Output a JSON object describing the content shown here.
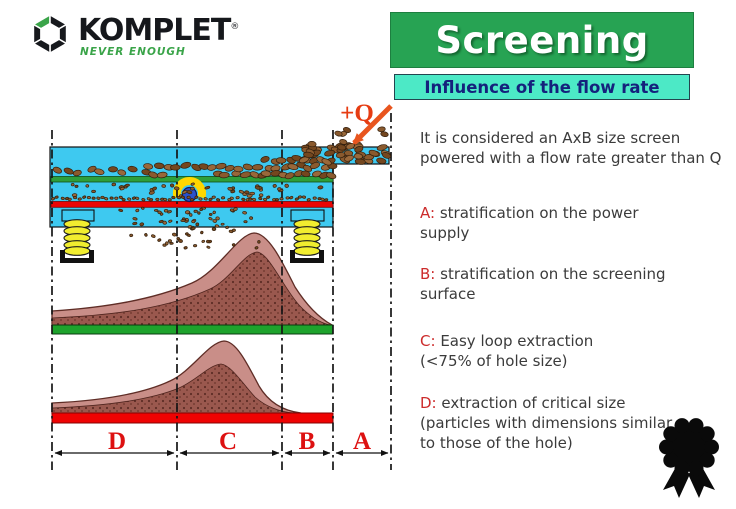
{
  "logo": {
    "brand": "KOMPLET",
    "registered": "®",
    "tagline": "NEVER ENOUGH"
  },
  "title": "Screening",
  "subtitle": "Influence of the flow rate",
  "intro": {
    "line1": "It is considered an AxB size screen",
    "line2": "powered with a flow rate greater than Q"
  },
  "legend": [
    {
      "key": "A:",
      "line1": "stratification on the power",
      "line2": "supply"
    },
    {
      "key": "B:",
      "line1": "stratification on the screening",
      "line2": "surface"
    },
    {
      "key": "C:",
      "line1": "Easy loop extraction",
      "line2": "(<75% of hole size)"
    },
    {
      "key": "D:",
      "line1": "extraction of critical size",
      "line2": "(particles with dimensions similar",
      "line3": "to those of the hole)"
    }
  ],
  "diagram": {
    "flow_label": "+Q",
    "zones": [
      "D",
      "C",
      "B",
      "A"
    ],
    "colors": {
      "machine_body": "#3ec9f0",
      "upper_deck": "#2e9e3a",
      "lower_deck": "#ea0505",
      "flow_arrow": "#e8551e",
      "zone_label": "#dd1111",
      "spring": "#f1ed2f",
      "curve_outer": "#c98e88",
      "curve_inner": "#9a584e"
    }
  }
}
